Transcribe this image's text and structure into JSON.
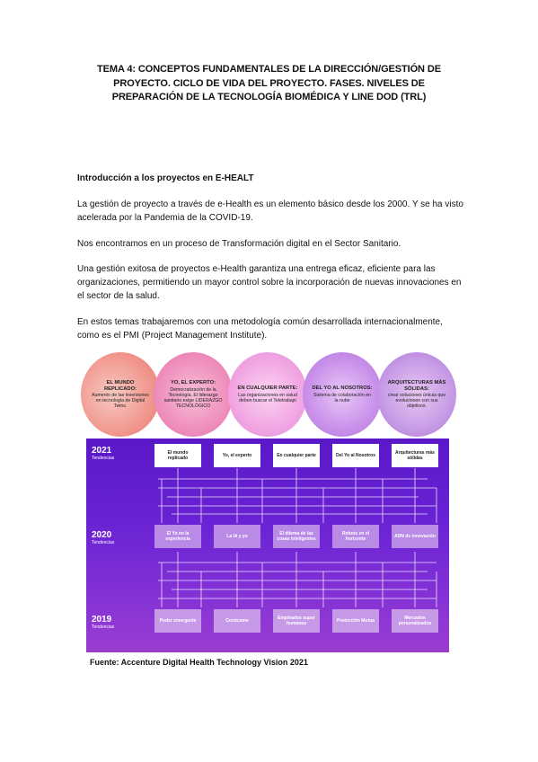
{
  "document": {
    "title": "TEMA 4: CONCEPTOS FUNDAMENTALES DE LA DIRECCIÓN/GESTIÓN DE PROYECTO. CICLO DE VIDA DEL PROYECTO. FASES. NIVELES DE PREPARACIÓN DE LA TECNOLOGÍA BIOMÉDICA Y LINE DOD (TRL)",
    "subheading": "Introducción a los proyectos en E-HEALT",
    "paragraphs": [
      "La gestión de proyecto a través de e-Health es un elemento básico desde los 2000. Y se ha visto acelerada por la Pandemia de la COVID-19.",
      "Nos encontramos en un proceso de Transformación digital en el Sector Sanitario.",
      "Una gestión exitosa de proyectos e-Health garantiza una entrega eficaz, eficiente para las organizaciones, permitiendo un mayor control sobre la incorporación de nuevas innovaciones en el sector de la salud.",
      "En estos temas trabajaremos con una metodología común desarrollada internacionalmente, como es el PMI (Project Management Institute)."
    ]
  },
  "figure": {
    "bubbles": [
      {
        "heading": "EL MUNDO REPLICADO:",
        "text": "Aumento de las inversiones en tecnología de Digital Twins."
      },
      {
        "heading": "YO, EL EXPERTO:",
        "text": "Democratización de la Tecnología. El liderazgo sanitario exige LIDERAZGO TECNOLÓGICO"
      },
      {
        "heading": "EN CUALQUIER PARTE:",
        "text": "Las organizaciones en salud deben buscar el Teletrabajo"
      },
      {
        "heading": "DEL YO AL NOSOTROS:",
        "text": "Sistema de colaboración en la nube"
      },
      {
        "heading": "ARQUITECTURAS MÁS SÓLIDAS:",
        "text": "crear soluciones únicas que evolucionen con sus objetivos."
      }
    ],
    "rows": [
      {
        "year": "2021",
        "label": "Tendencias",
        "boxes": [
          "El mundo replicado",
          "Yo, el experto",
          "En cualquier parte",
          "Del Yo al Nosotros",
          "Arquitecturas más sólidas"
        ]
      },
      {
        "year": "2020",
        "label": "Tendencias",
        "boxes": [
          "El Yo en la experiencia",
          "La IA y yo",
          "El dilema de las cosas inteligentes",
          "Robots en el horizonte",
          "ADN de innovación"
        ]
      },
      {
        "year": "2019",
        "label": "Tendencias",
        "boxes": [
          "Poder emergente",
          "Conóceme",
          "Empleados super humanos",
          "Protección Mutua",
          "Mercados personalizados"
        ]
      }
    ],
    "source": "Fuente: Accenture Digital Health Technology Vision 2021",
    "colors": {
      "panel_top": "#5a18c8",
      "panel_bottom": "#9a3ed0",
      "line": "#ffffff"
    }
  }
}
